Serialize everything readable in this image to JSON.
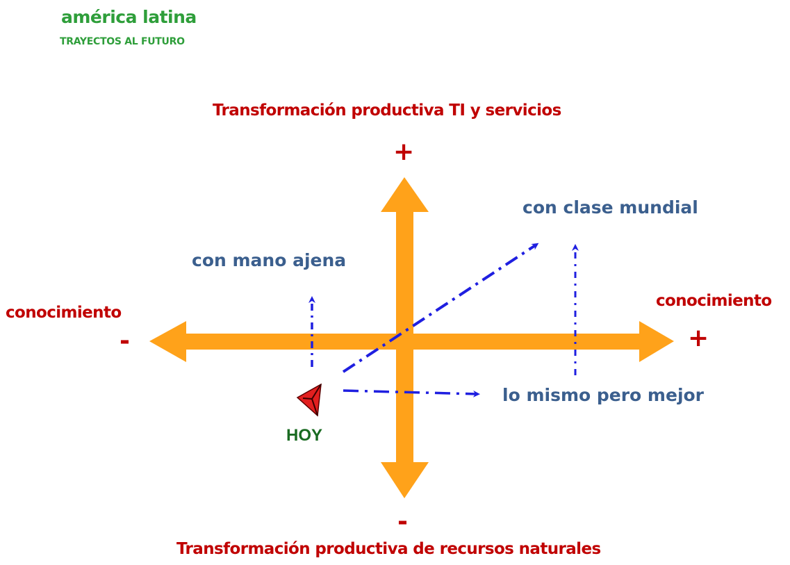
{
  "header": {
    "title": "américa latina",
    "subtitle": "TRAYECTOS AL FUTURO"
  },
  "axes": {
    "vertical_top_label": "Transformación productiva TI y servicios",
    "vertical_bottom_label": "Transformación productiva de recursos naturales",
    "horizontal_left_label": "conocimiento",
    "horizontal_right_label": "conocimiento",
    "plus_sign": "+",
    "minus_sign": "-"
  },
  "quadrants": {
    "upper_right": "con clase mundial",
    "upper_left": "con mano ajena",
    "lower_right": "lo mismo pero mejor"
  },
  "origin": {
    "label": "HOY"
  },
  "colors": {
    "axis_arrow": "#ffa21a",
    "axis_text": "#c00000",
    "quadrant_text": "#3b5f8e",
    "path_arrow": "#1f1fe0",
    "brand": "#2e9e3a",
    "today_text": "#1a6b22",
    "today_marker": "#e21f1f"
  }
}
